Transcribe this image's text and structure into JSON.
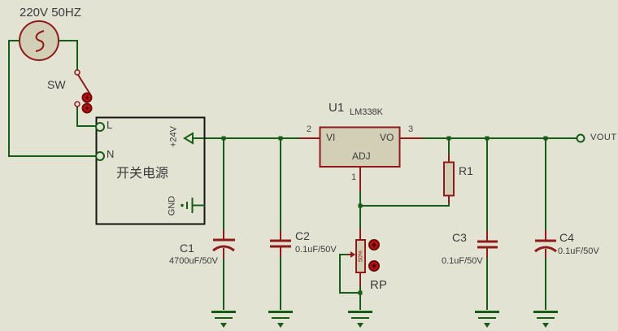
{
  "colors": {
    "background": "#e3e3d4",
    "component_fill": "#d2cfb6",
    "outline_red": "#8e1a1a",
    "wire_green": "#175c17",
    "button_red": "#c01010",
    "button_ring": "#6e0a0a",
    "text_dark": "#3b3b3b",
    "pin_gray": "#474747"
  },
  "source": {
    "label": "220V 50HZ"
  },
  "switch": {
    "label": "SW"
  },
  "psu": {
    "name": "开关电源",
    "pin_l": "L",
    "pin_n": "N",
    "pin_out": "+24V",
    "pin_gnd": "GND"
  },
  "regulator": {
    "ref": "U1",
    "part": "LM338K",
    "pin_vi": "VI",
    "pin_vo": "VO",
    "pin_adj": "ADJ",
    "num_vi": "2",
    "num_vo": "3",
    "num_adj": "1"
  },
  "capacitors": [
    {
      "ref": "C1",
      "value": "4700uF/50V"
    },
    {
      "ref": "C2",
      "value": "0.1uF/50V"
    },
    {
      "ref": "C3",
      "value": "0.1uF/50V"
    },
    {
      "ref": "C4",
      "value": "0.1uF/50V"
    }
  ],
  "resistor": {
    "ref": "R1"
  },
  "potentiometer": {
    "ref": "RP",
    "setting": "50%"
  },
  "output": {
    "label": "VOUT"
  }
}
